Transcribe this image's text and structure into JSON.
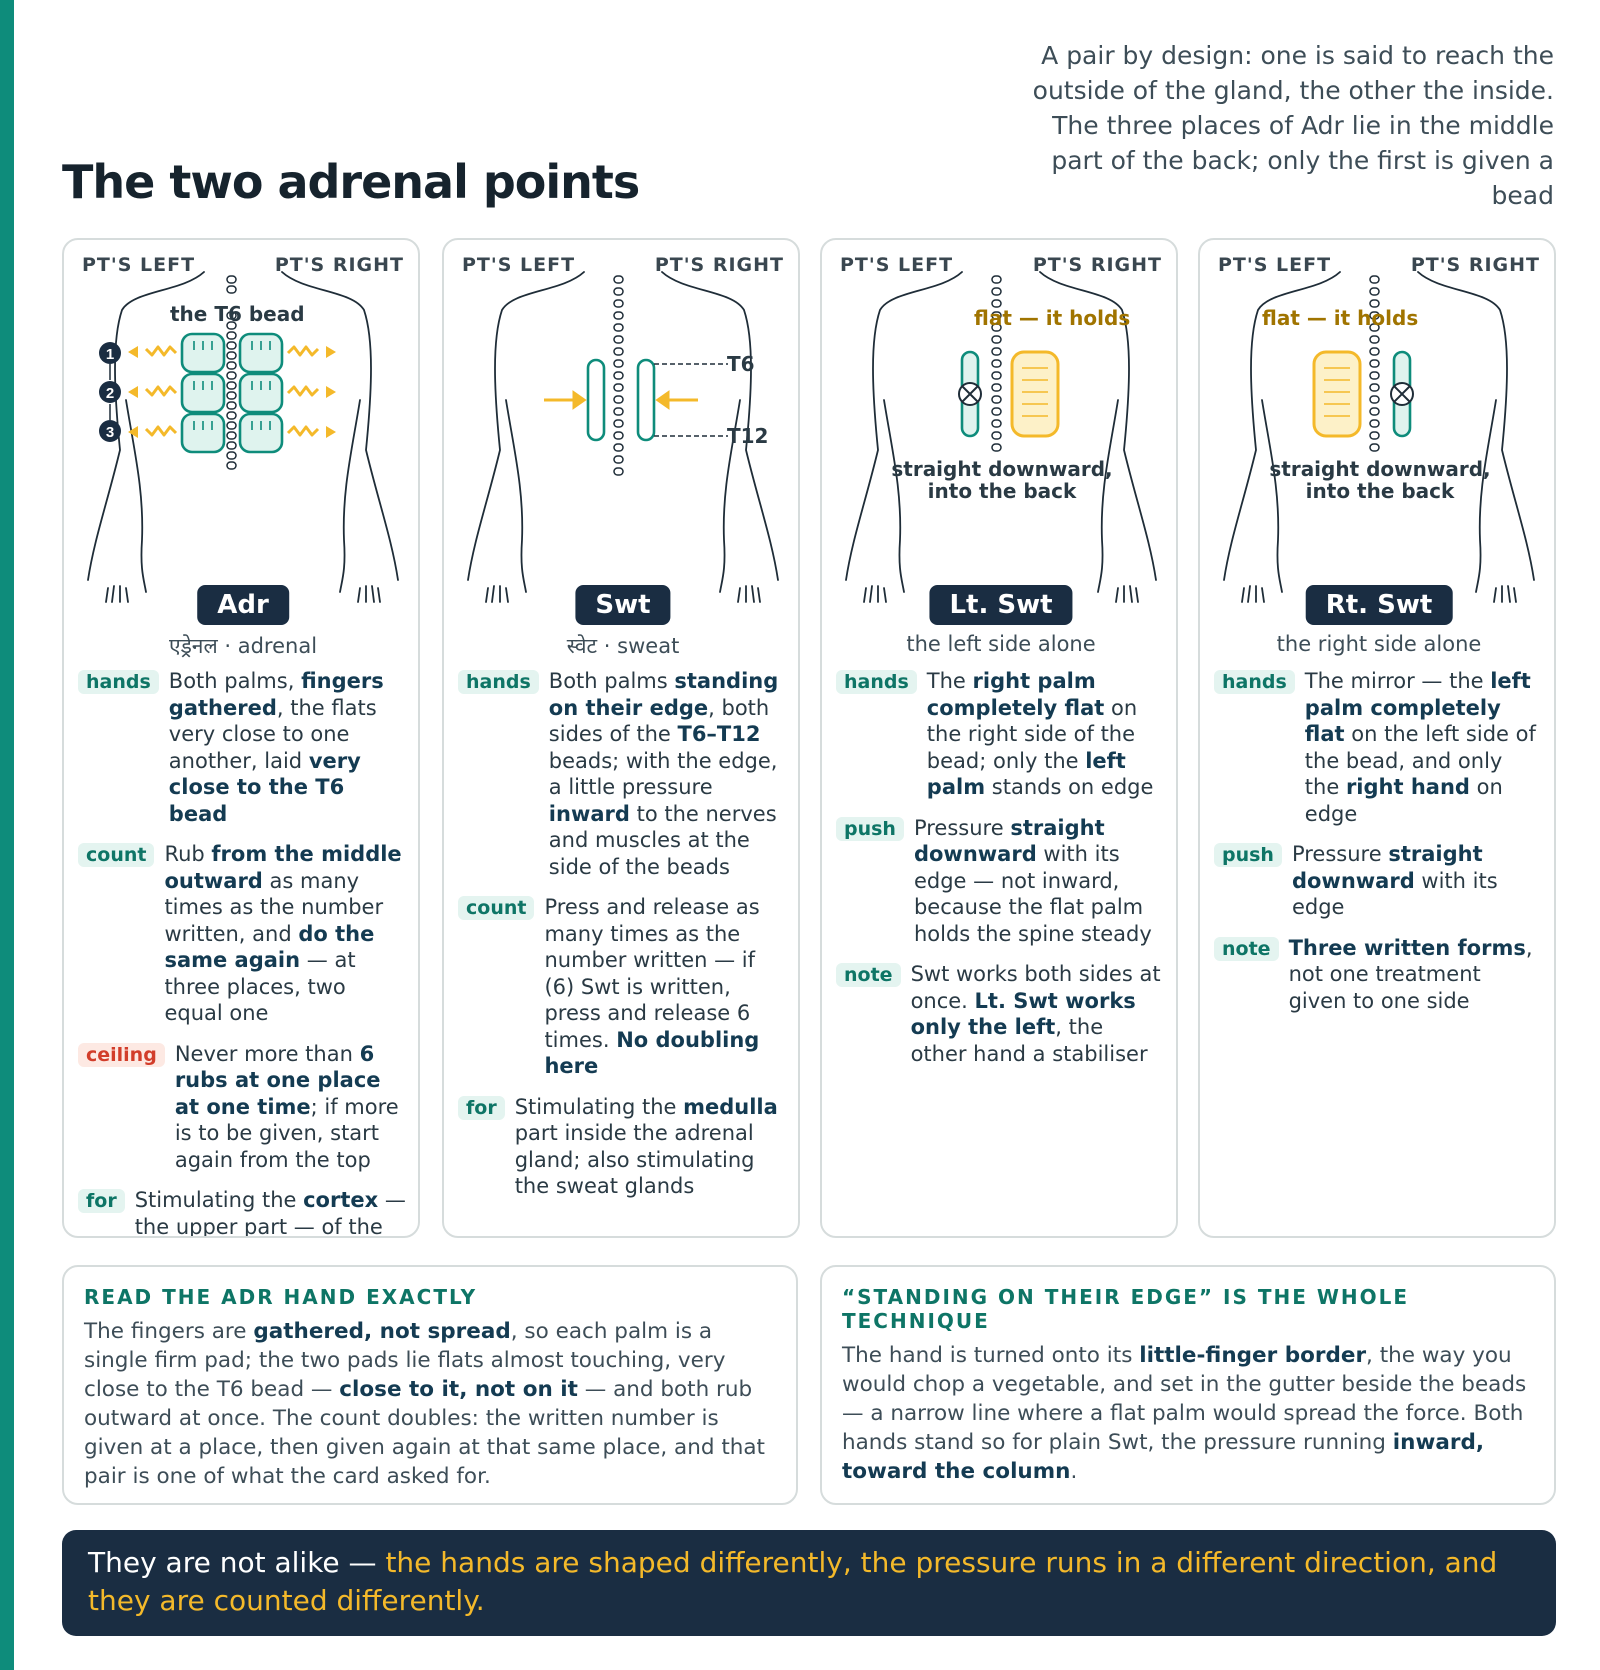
{
  "title": "The two adrenal points",
  "intro": "A pair by design: one is said to reach the outside of the gland, the other the inside. The three places of Adr lie in the middle part of the back; only the first is given a bead",
  "pt_left": "PT'S LEFT",
  "pt_right": "PT'S RIGHT",
  "cards": [
    {
      "name": "Adr",
      "subtitle": "एड्रेनल · adrenal",
      "diagram_label": "the T6 bead",
      "places": [
        "1",
        "2",
        "3"
      ],
      "rows": [
        {
          "tag": "hands",
          "html": "Both palms, <b>fingers gathered</b>, the flats very close to one another, laid <b>very close to the T6 bead</b>"
        },
        {
          "tag": "count",
          "html": "Rub <b>from the middle outward</b> as many times as the number written, and <b>do the same again</b> — at three places, two equal one"
        },
        {
          "tag": "ceiling",
          "html": "Never more than <b>6 rubs at one place at one time</b>; if more is to be given, start again from the top"
        },
        {
          "tag": "for",
          "html": "Stimulating the <b>cortex</b> — the upper part — of the adrenal gland"
        }
      ]
    },
    {
      "name": "Swt",
      "subtitle": "स्वेट · sweat",
      "t6": "T6",
      "t12": "T12",
      "rows": [
        {
          "tag": "hands",
          "html": "Both palms <b>standing on their edge</b>, both sides of the <b>T6–T12</b> beads; with the edge, a little pressure <b>inward</b> to the nerves and muscles at the side of the beads"
        },
        {
          "tag": "count",
          "html": "Press and release as many times as the number written — if (6) Swt is written, press and release 6 times. <b>No doubling here</b>"
        },
        {
          "tag": "for",
          "html": "Stimulating the <b>medulla</b> part inside the adrenal gland; also stimulating the sweat glands"
        }
      ]
    },
    {
      "name": "Lt. Swt",
      "subtitle": "the left side alone",
      "flat_label": "flat — it holds",
      "push_label_1": "straight downward,",
      "push_label_2": "into the back",
      "rows": [
        {
          "tag": "hands",
          "html": "The <b>right palm completely flat</b> on the right side of the bead; only the <b>left palm</b> stands on edge"
        },
        {
          "tag": "push",
          "html": "Pressure <b>straight downward</b> with its edge — not inward, because the flat palm holds the spine steady"
        },
        {
          "tag": "note",
          "html": "Swt works both sides at once. <b>Lt. Swt works only the left</b>, the other hand a stabiliser"
        }
      ]
    },
    {
      "name": "Rt. Swt",
      "subtitle": "the right side alone",
      "flat_label": "flat — it holds",
      "push_label_1": "straight downward,",
      "push_label_2": "into the back",
      "rows": [
        {
          "tag": "hands",
          "html": "The mirror — the <b>left palm completely flat</b> on the left side of the bead, and only the <b>right hand</b> on edge"
        },
        {
          "tag": "push",
          "html": "Pressure <b>straight downward</b> with its edge"
        },
        {
          "tag": "note",
          "html": "<b>Three written forms</b>, not one treatment given to one side"
        }
      ]
    }
  ],
  "box_left": {
    "heading": "READ THE ADR HAND EXACTLY",
    "html": "The fingers are <b>gathered, not spread</b>, so each palm is a single firm pad; the two pads lie flats almost touching, very close to the T6 bead — <b>close to it, not on it</b> — and both rub outward at once. The count doubles: the written number is given at a place, then given again at that same place, and that pair is one of what the card asked for."
  },
  "box_right": {
    "heading": "“STANDING ON THEIR EDGE” IS THE WHOLE TECHNIQUE",
    "html": "The hand is turned onto its <b>little-finger border</b>, the way you would chop a vegetable, and set in the gutter beside the beads — a narrow line where a flat palm would spread the force. Both hands stand so for plain Swt, the pressure running <b>inward, toward the column</b>."
  },
  "banner": {
    "lead": "They are not alike — ",
    "highlight": "the hands are shaped differently, the pressure runs in a different direction, and they are counted differently."
  },
  "colors": {
    "teal": "#0e8c7b",
    "navy": "#1a2d42",
    "yellow": "#f4b92a",
    "red": "#d23d2a"
  }
}
